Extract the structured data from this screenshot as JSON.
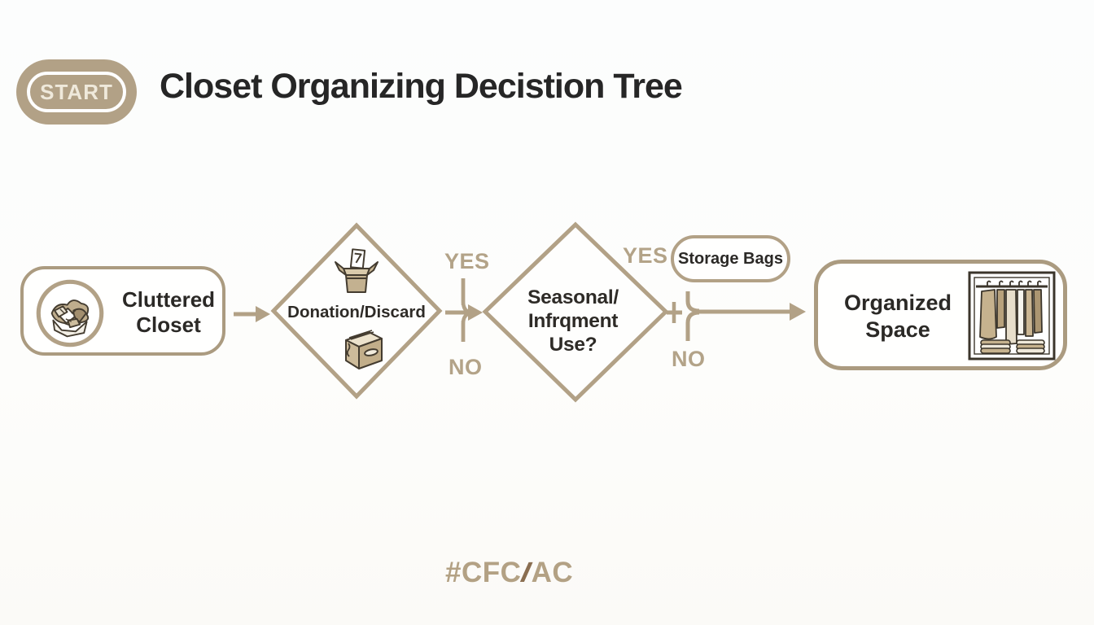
{
  "header": {
    "start_label": "START",
    "title": "Closet Organizing Decistion Tree"
  },
  "nodes": {
    "cluttered": {
      "line1": "Cluttered",
      "line2": "Closet"
    },
    "donation": {
      "label": "Donation/Discard"
    },
    "seasonal": {
      "line1": "Seasonal/",
      "line2": "Infrqment",
      "line3": "Use?"
    },
    "storage": {
      "label": "Storage Bags"
    },
    "organized": {
      "line1": "Organized",
      "line2": "Space"
    }
  },
  "edges": {
    "edge1": {
      "yes": "YES",
      "no": "NO"
    },
    "edge2": {
      "yes": "YES",
      "no": "NO"
    }
  },
  "footer": {
    "prefix": "#CFC",
    "slash": "I",
    "suffix": "AC"
  },
  "icons": {
    "start_badge": "start-pill-badge",
    "clothes_pile": "pile-of-clothes-in-circle",
    "donation_box": "open-donation-box-with-paper",
    "storage_box": "closed-cardboard-box",
    "closet": "organized-wardrobe-with-hangers"
  },
  "colors": {
    "tan": "#b2a186",
    "tan_border": "#ab9b80",
    "tan_label": "#b3a388",
    "dark_text": "#262626",
    "slash_brown": "#8a6e51"
  }
}
